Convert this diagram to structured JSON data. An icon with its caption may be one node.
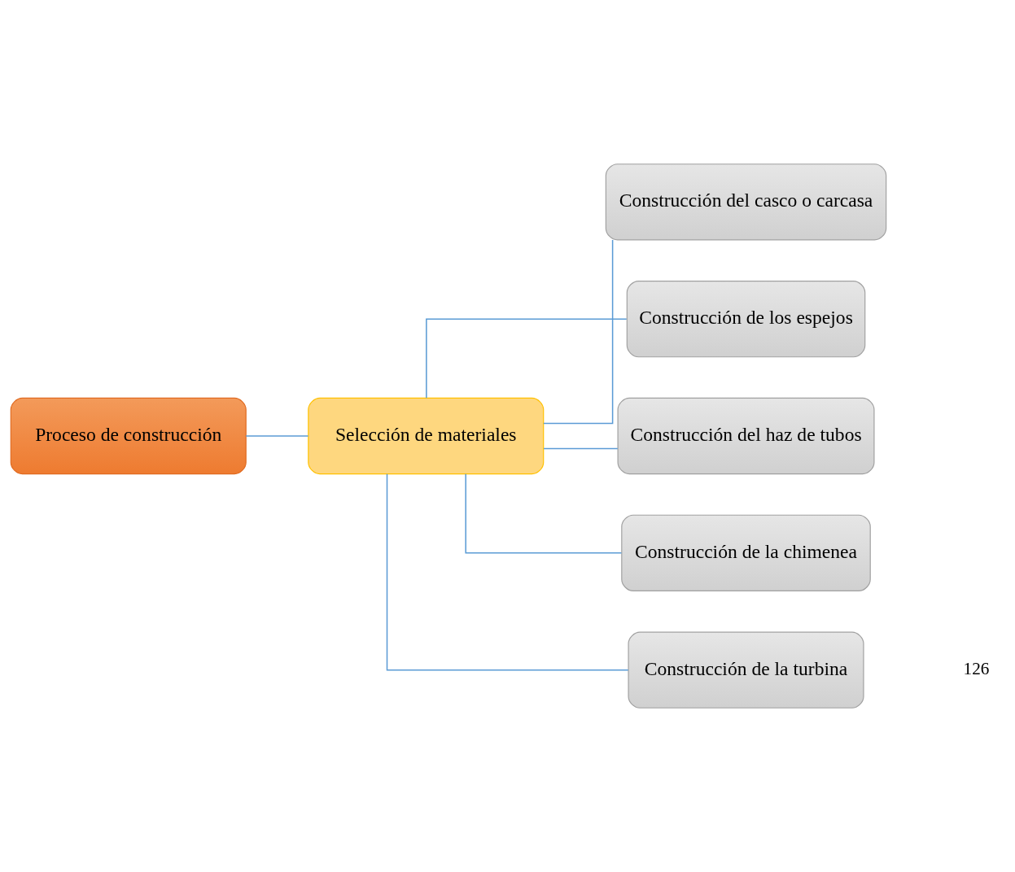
{
  "diagram": {
    "nodes": [
      {
        "text": [
          "Proceso de construcción"
        ]
      },
      {
        "text": [
          "Selección de materiales"
        ]
      },
      {
        "text": [
          "Construcción del casco o carcasa"
        ]
      },
      {
        "text": [
          "Construcción de los espejos"
        ]
      },
      {
        "text": [
          "Construcción del haz de tubos"
        ]
      },
      {
        "text": [
          "Construcción de la chimenea"
        ]
      },
      {
        "text": [
          "Construcción de la turbina"
        ]
      }
    ],
    "edges": [
      {
        "from": 0,
        "to": 1,
        "arrow": "none"
      },
      {
        "from": 1,
        "to": 2,
        "arrow": "none"
      },
      {
        "from": 1,
        "to": 3,
        "arrow": "none"
      },
      {
        "from": 1,
        "to": 4,
        "arrow": "none"
      },
      {
        "from": 1,
        "to": 5,
        "arrow": "none"
      },
      {
        "from": 1,
        "to": 6,
        "arrow": "none"
      }
    ],
    "labels": [
      "126"
    ]
  }
}
